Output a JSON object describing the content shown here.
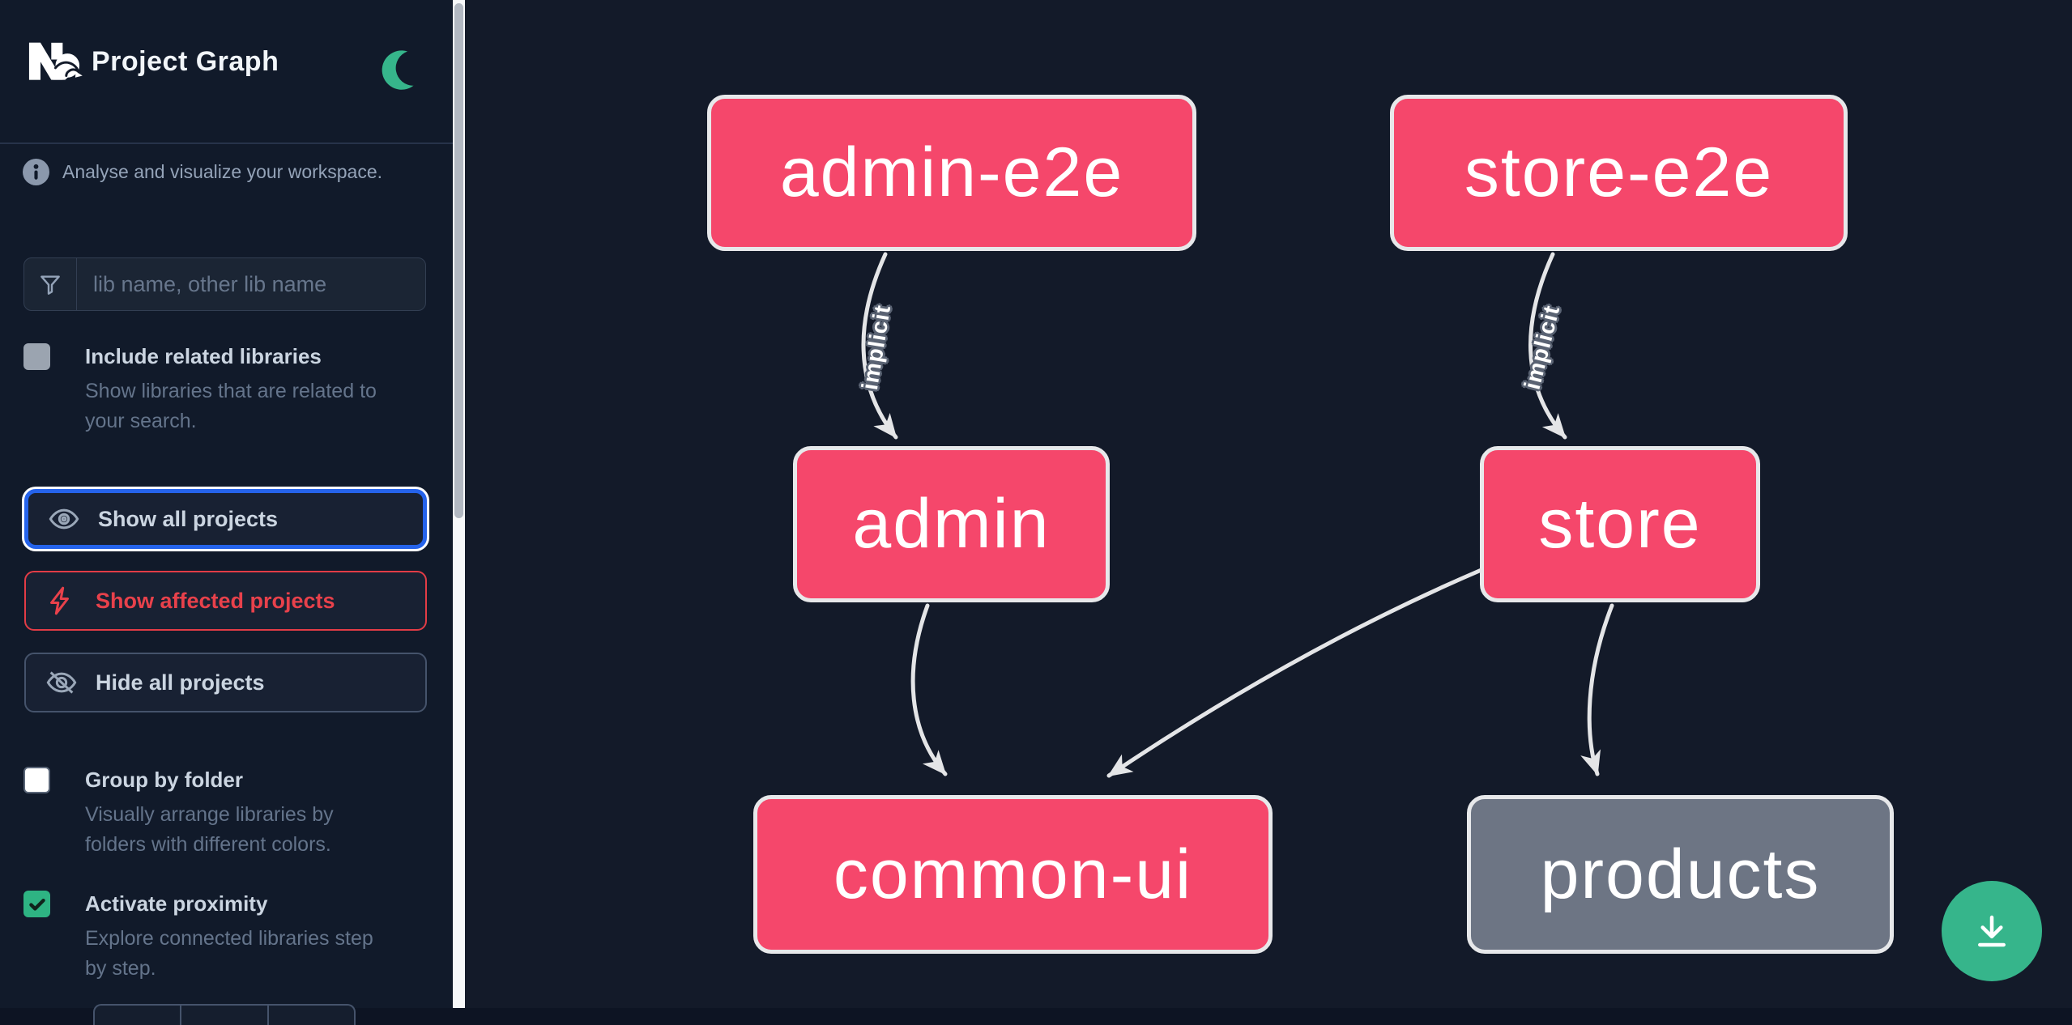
{
  "header": {
    "title": "Project Graph",
    "theme_toggle_icon": "moon-icon"
  },
  "sidebar": {
    "tagline": "Analyse and visualize your workspace.",
    "search": {
      "placeholder": "lib name, other lib name",
      "value": "",
      "icon": "filter-funnel-icon"
    },
    "options": [
      {
        "id": "include-related",
        "label": "Include related libraries",
        "description": "Show libraries that are related to your search.",
        "desc_line1": "Show libraries that are related to",
        "desc_line2": "your search.",
        "checked": false,
        "disabled": true
      },
      {
        "id": "group-by-folder",
        "label": "Group by folder",
        "description": "Visually arrange libraries by folders with different colors.",
        "desc_line1": "Visually arrange libraries by",
        "desc_line2": "folders with different colors.",
        "checked": false,
        "disabled": false
      },
      {
        "id": "activate-proximity",
        "label": "Activate proximity",
        "description": "Explore connected libraries step by step.",
        "desc_line1": "Explore connected libraries step",
        "desc_line2": "by step.",
        "checked": true,
        "disabled": false
      }
    ],
    "actions": [
      {
        "id": "show-all",
        "label": "Show all projects",
        "icon": "eye-icon",
        "state": "focused"
      },
      {
        "id": "show-affected",
        "label": "Show affected projects",
        "icon": "bolt-icon",
        "state": "danger"
      },
      {
        "id": "hide-all",
        "label": "Hide all projects",
        "icon": "eye-off-icon",
        "state": "default"
      }
    ]
  },
  "graph": {
    "nodes": [
      {
        "id": "admin-e2e",
        "label": "admin-e2e",
        "color": "pink"
      },
      {
        "id": "store-e2e",
        "label": "store-e2e",
        "color": "pink"
      },
      {
        "id": "admin",
        "label": "admin",
        "color": "pink"
      },
      {
        "id": "store",
        "label": "store",
        "color": "pink"
      },
      {
        "id": "common-ui",
        "label": "common-ui",
        "color": "pink"
      },
      {
        "id": "products",
        "label": "products",
        "color": "gray"
      }
    ],
    "edges": [
      {
        "from": "admin-e2e",
        "to": "admin",
        "label": "implicit"
      },
      {
        "from": "store-e2e",
        "to": "store",
        "label": "implicit"
      },
      {
        "from": "admin",
        "to": "common-ui",
        "label": ""
      },
      {
        "from": "store",
        "to": "common-ui",
        "label": ""
      },
      {
        "from": "store",
        "to": "products",
        "label": ""
      }
    ]
  },
  "toolbar": {
    "download_icon": "download-icon"
  },
  "colors": {
    "node_pink": "#f5476b",
    "node_gray": "#6d7584",
    "node_border": "#e7e8ea",
    "edge": "#e4e5e7",
    "accent_green": "#36b58b",
    "focus_blue": "#2563eb",
    "danger_red": "#e8414b",
    "sidebar_bg": "#111a2a",
    "canvas_bg": "#131a29"
  }
}
